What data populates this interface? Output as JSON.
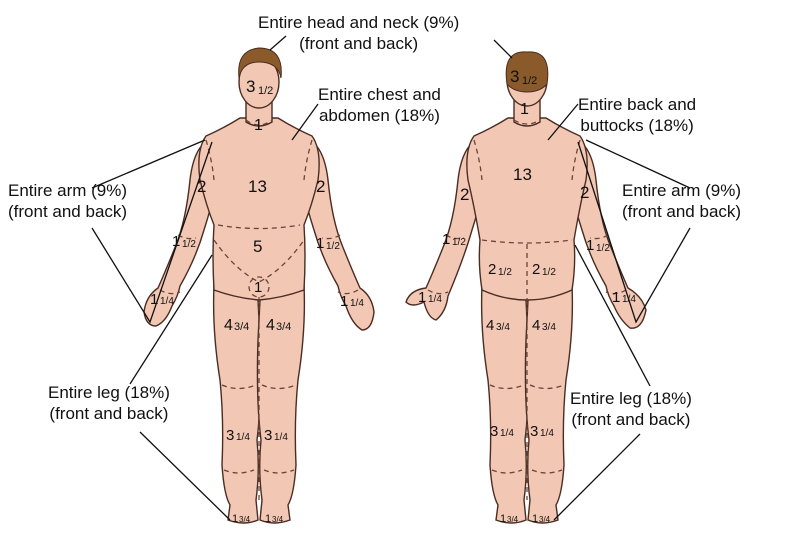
{
  "callouts": {
    "head": {
      "line1": "Entire head and neck (9%)",
      "line2": "(front and back)"
    },
    "chest": {
      "line1": "Entire chest and",
      "line2": "abdomen (18%)"
    },
    "back": {
      "line1": "Entire back and",
      "line2": "buttocks (18%)"
    },
    "arm_left": {
      "line1": "Entire arm (9%)",
      "line2": "(front and back)"
    },
    "arm_right": {
      "line1": "Entire arm (9%)",
      "line2": "(front and back)"
    },
    "leg_left": {
      "line1": "Entire leg (18%)",
      "line2": "(front and back)"
    },
    "leg_right": {
      "line1": "Entire leg (18%)",
      "line2": "(front and back)"
    }
  },
  "front_values": {
    "head": "3",
    "head_frac": "1/2",
    "neck": "1",
    "chest": "13",
    "upper_arm_left": "2",
    "upper_arm_right": "2",
    "forearm_left": "1",
    "forearm_left_frac": "1/2",
    "forearm_right": "1",
    "forearm_right_frac": "1/2",
    "abdomen": "5",
    "hand_left": "1",
    "hand_left_frac": "1/4",
    "hand_right": "1",
    "hand_right_frac": "1/4",
    "genitals": "1",
    "thigh_left": "4",
    "thigh_left_frac": "3/4",
    "thigh_right": "4",
    "thigh_right_frac": "3/4",
    "leg_left": "3",
    "leg_left_frac": "1/4",
    "leg_right": "3",
    "leg_right_frac": "1/4",
    "foot_left": "1",
    "foot_left_frac": "3/4",
    "foot_right": "1",
    "foot_right_frac": "3/4"
  },
  "back_values": {
    "head": "3",
    "head_frac": "1/2",
    "neck": "1",
    "back": "13",
    "upper_arm_left": "2",
    "upper_arm_right": "2",
    "forearm_left": "1",
    "forearm_left_frac": "1/2",
    "forearm_right": "1",
    "forearm_right_frac": "1/2",
    "buttock_left": "2",
    "buttock_left_frac": "1/2",
    "buttock_right": "2",
    "buttock_right_frac": "1/2",
    "hand_left": "1",
    "hand_left_frac": "1/4",
    "hand_right": "1",
    "hand_right_frac": "1/4",
    "thigh_left": "4",
    "thigh_left_frac": "3/4",
    "thigh_right": "4",
    "thigh_right_frac": "3/4",
    "leg_left": "3",
    "leg_left_frac": "1/4",
    "leg_right": "3",
    "leg_right_frac": "1/4",
    "foot_left": "1",
    "foot_left_frac": "3/4",
    "foot_right": "1",
    "foot_right_frac": "3/4"
  },
  "colors": {
    "skin": "#f2c7b4",
    "skin_shade": "#e3ab96",
    "outline": "#4a2c22",
    "hair": "#8a5a2b",
    "line": "#111111"
  }
}
